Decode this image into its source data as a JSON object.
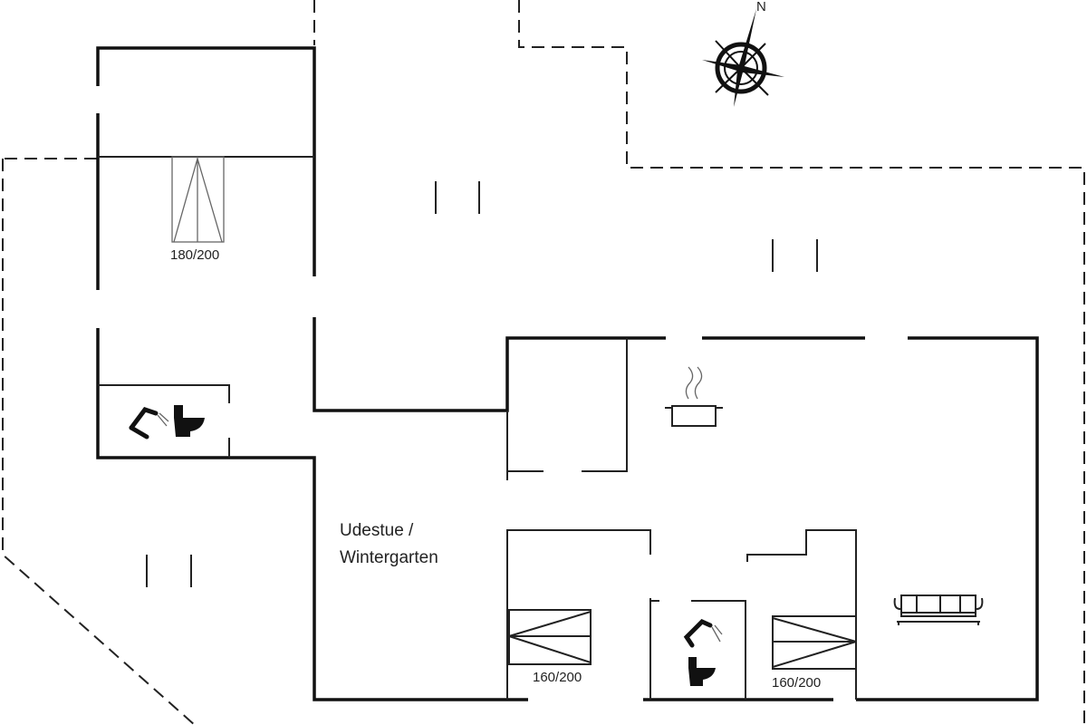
{
  "plan": {
    "compass_label": "N",
    "beds": [
      {
        "size": "180/200"
      },
      {
        "size": "160/200"
      },
      {
        "size": "160/200"
      }
    ],
    "room_label_line1": "Udestue /",
    "room_label_line2": "Wintergarten"
  }
}
